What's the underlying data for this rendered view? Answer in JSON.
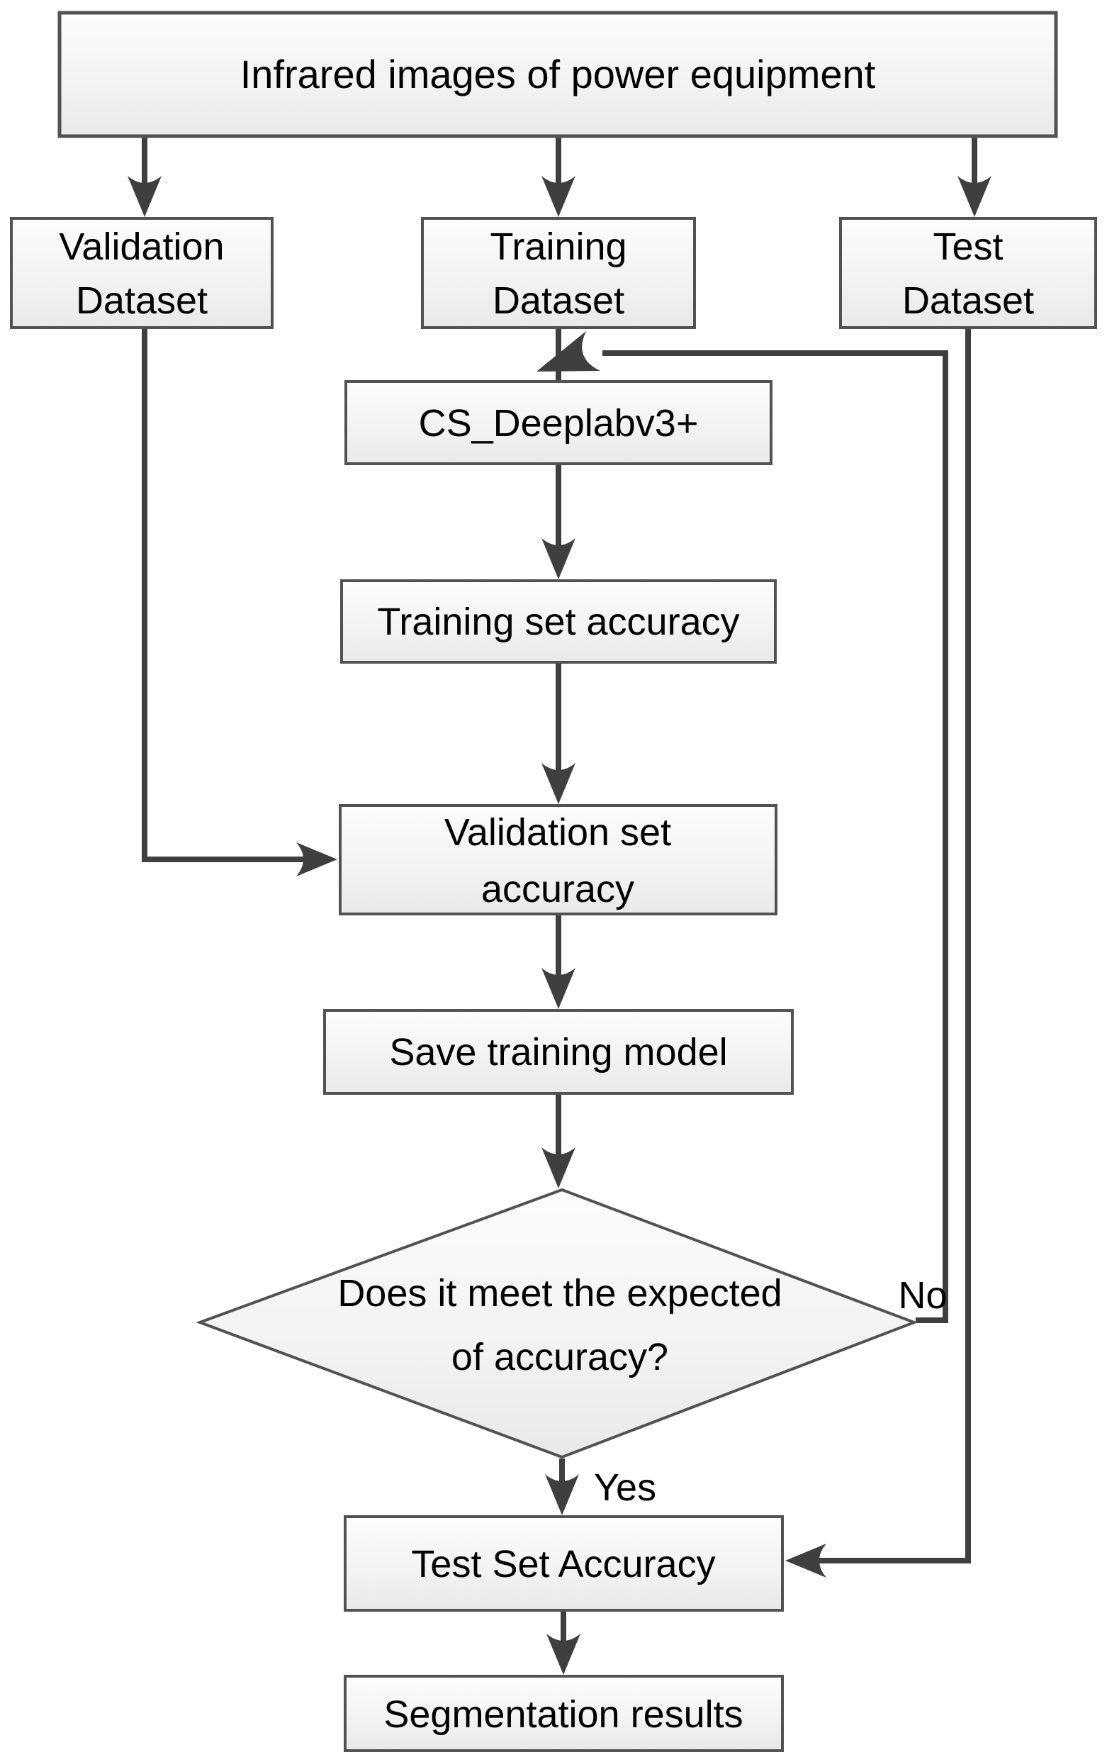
{
  "diagram": {
    "nodes": {
      "source": {
        "label": "Infrared images of power equipment"
      },
      "validation_dataset": {
        "line1": "Validation",
        "line2": "Dataset"
      },
      "training_dataset": {
        "line1": "Training",
        "line2": "Dataset"
      },
      "test_dataset": {
        "line1": "Test",
        "line2": "Dataset"
      },
      "model": {
        "label": "CS_Deeplabv3+"
      },
      "training_accuracy": {
        "label": "Training set accuracy"
      },
      "validation_accuracy": {
        "line1": "Validation set",
        "line2": "accuracy"
      },
      "save_model": {
        "label": "Save training model"
      },
      "decision": {
        "line1": "Does it meet the expected",
        "line2": "of accuracy?"
      },
      "test_accuracy": {
        "label": "Test Set Accuracy"
      },
      "segmentation_results": {
        "label": "Segmentation results"
      }
    },
    "edge_labels": {
      "yes": "Yes",
      "no": "No"
    },
    "colors": {
      "line": "#3f3f3f",
      "box_border": "#525252",
      "box_fill_top": "#fcfcfc",
      "box_fill_mid": "#f2f2f2",
      "box_fill_bottom": "#e9e9e9",
      "text": "#000000",
      "background": "#ffffff"
    }
  }
}
